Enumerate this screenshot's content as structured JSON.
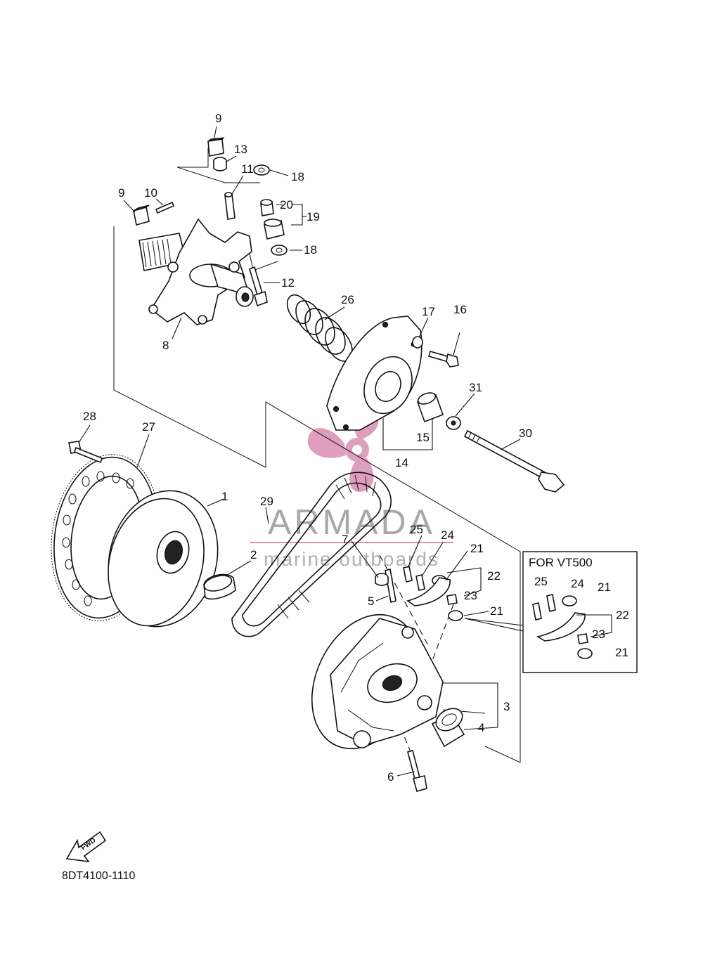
{
  "diagram_code": "8DT4100-1110",
  "fwd_label": "FWD",
  "inset_title": "FOR VT500",
  "watermark": {
    "brand": "ARMADA",
    "tagline": "marine outboards",
    "color": "#d98fb3"
  },
  "callouts": {
    "c9a": "9",
    "c13": "13",
    "c11": "11",
    "c18a": "18",
    "c9b": "9",
    "c10": "10",
    "c20": "20",
    "c19": "19",
    "c18b": "18",
    "c12": "12",
    "c8": "8",
    "c26": "26",
    "c17": "17",
    "c16": "16",
    "c31": "31",
    "c15": "15",
    "c14": "14",
    "c30": "30",
    "c28": "28",
    "c27": "27",
    "c1": "1",
    "c29": "29",
    "c2": "2",
    "c7": "7",
    "c25": "25",
    "c24": "24",
    "c21a": "21",
    "c22": "22",
    "c23": "23",
    "c5": "5",
    "c21b": "21",
    "c3": "3",
    "c4": "4",
    "c6": "6",
    "i25": "25",
    "i24": "24",
    "i21a": "21",
    "i22": "22",
    "i23": "23",
    "i21b": "21"
  }
}
